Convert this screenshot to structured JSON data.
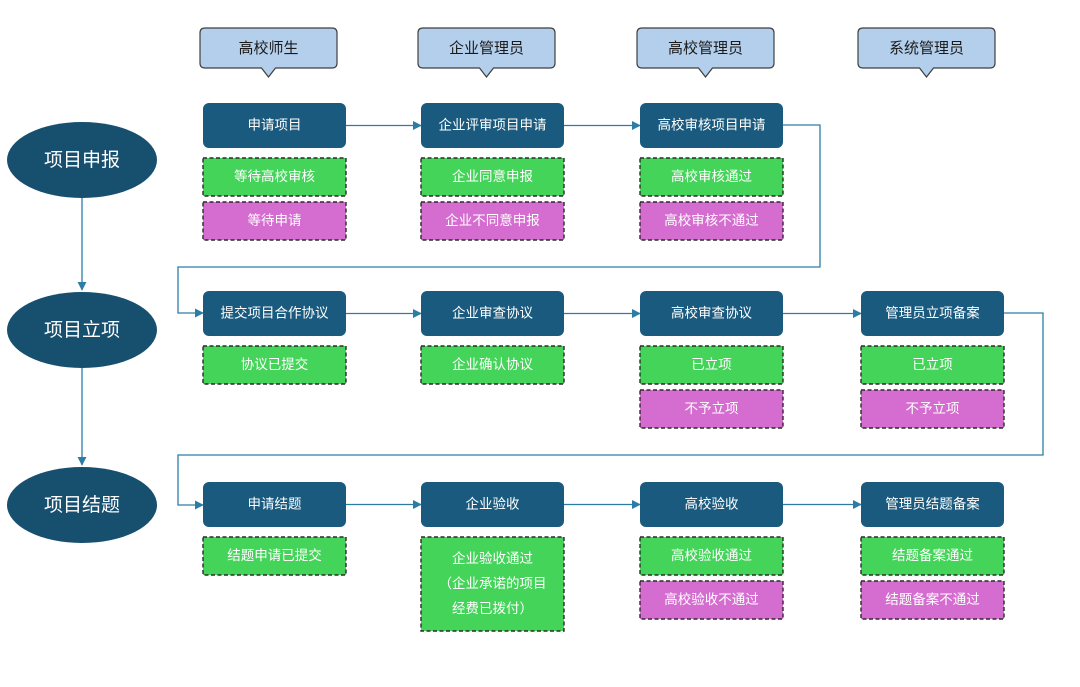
{
  "headers": [
    "高校师生",
    "企业管理员",
    "高校管理员",
    "系统管理员"
  ],
  "phases": [
    "项目申报",
    "项目立项",
    "项目结题"
  ],
  "rows": [
    [
      {
        "action": "申请项目",
        "results": [
          {
            "text": "等待高校审核",
            "status": "green"
          },
          {
            "text": "等待申请",
            "status": "pink"
          }
        ]
      },
      {
        "action": "企业评审项目申请",
        "results": [
          {
            "text": "企业同意申报",
            "status": "green"
          },
          {
            "text": "企业不同意申报",
            "status": "pink"
          }
        ]
      },
      {
        "action": "高校审核项目申请",
        "results": [
          {
            "text": "高校审核通过",
            "status": "green"
          },
          {
            "text": "高校审核不通过",
            "status": "pink"
          }
        ]
      }
    ],
    [
      {
        "action": "提交项目合作协议",
        "results": [
          {
            "text": "协议已提交",
            "status": "green"
          }
        ]
      },
      {
        "action": "企业审查协议",
        "results": [
          {
            "text": "企业确认协议",
            "status": "green"
          }
        ]
      },
      {
        "action": "高校审查协议",
        "results": [
          {
            "text": "已立项",
            "status": "green"
          },
          {
            "text": "不予立项",
            "status": "pink"
          }
        ]
      },
      {
        "action": "管理员立项备案",
        "results": [
          {
            "text": "已立项",
            "status": "green"
          },
          {
            "text": "不予立项",
            "status": "pink"
          }
        ]
      }
    ],
    [
      {
        "action": "申请结题",
        "results": [
          {
            "text": "结题申请已提交",
            "status": "green"
          }
        ]
      },
      {
        "action": "企业验收",
        "results": [
          {
            "lines": [
              "企业验收通过",
              "（企业承诺的项目",
              "经费已拨付）"
            ],
            "status": "green"
          }
        ]
      },
      {
        "action": "高校验收",
        "results": [
          {
            "text": "高校验收通过",
            "status": "green"
          },
          {
            "text": "高校验收不通过",
            "status": "pink"
          }
        ]
      },
      {
        "action": "管理员结题备案",
        "results": [
          {
            "text": "结题备案通过",
            "status": "green"
          },
          {
            "text": "结题备案不通过",
            "status": "pink"
          }
        ]
      }
    ]
  ],
  "colors": {
    "header_fill": "#b4cfec",
    "header_stroke": "#3f3f3f",
    "action_fill": "#1a5a7e",
    "ellipse_fill": "#174f6f",
    "green_fill": "#45d45a",
    "pink_fill": "#d56cd0",
    "line": "#2c7da6"
  }
}
